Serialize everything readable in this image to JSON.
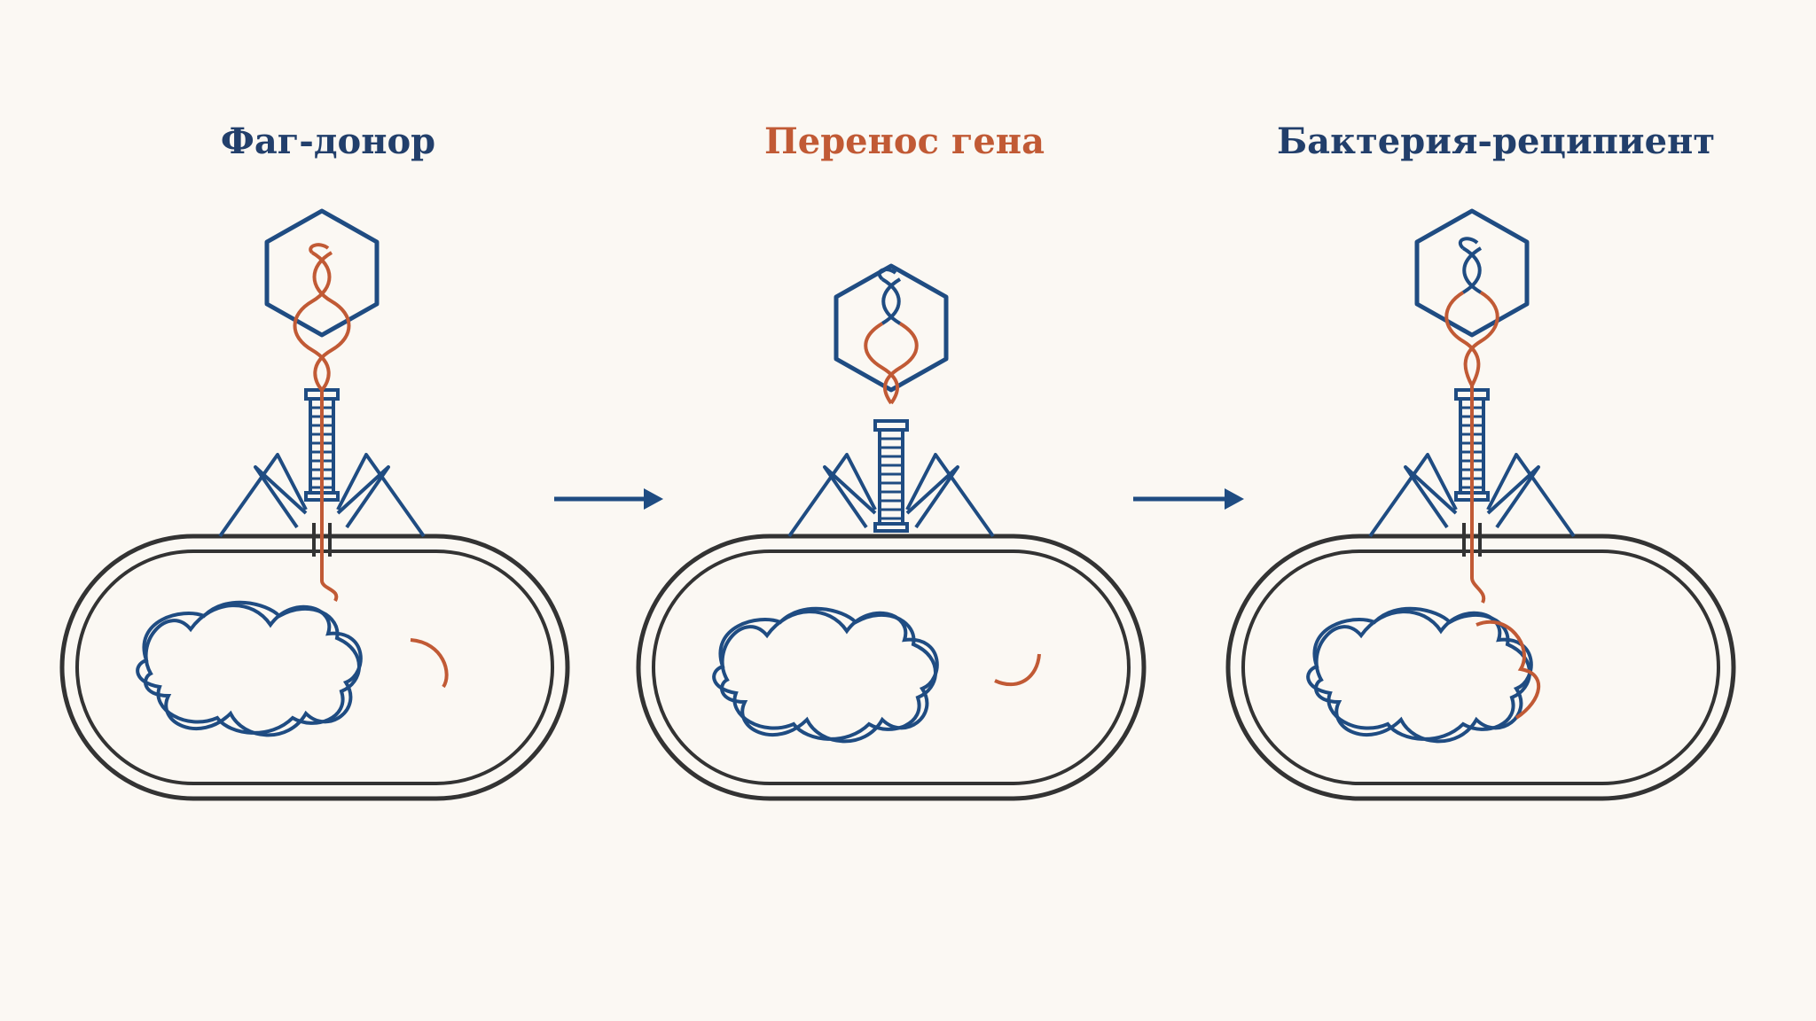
{
  "panels": [
    {
      "title": "Фаг-донор",
      "title_color": "#223f6b"
    },
    {
      "title": "Перенос гена",
      "title_color": "#c15a35"
    },
    {
      "title": "Бактерия-реципиент",
      "title_color": "#223f6b"
    }
  ],
  "colors": {
    "background": "#fbf8f3",
    "phage_outline": "#1f4c82",
    "donor_dna": "#c15a35",
    "host_dna": "#1f4c82",
    "cell_membrane": "#333333",
    "arrow": "#1f4c82"
  },
  "icons": {
    "arrow_1": "right-arrow-icon",
    "arrow_2": "right-arrow-icon"
  }
}
